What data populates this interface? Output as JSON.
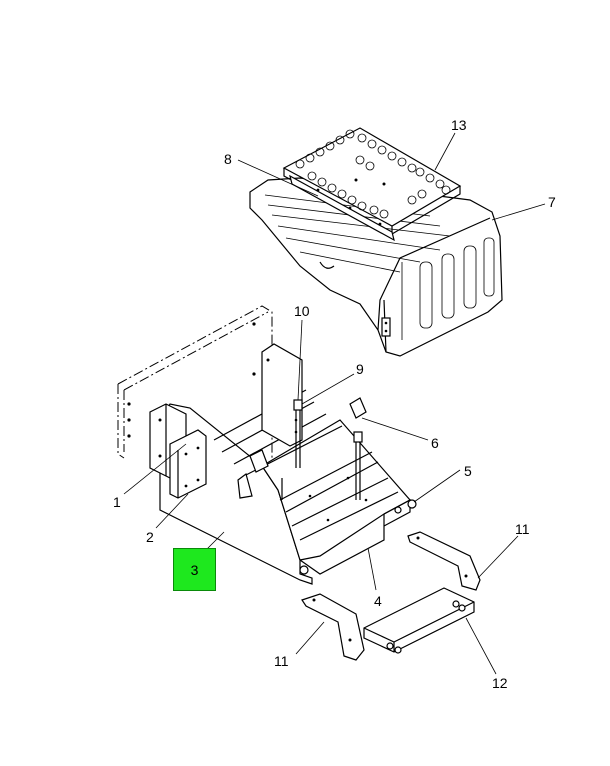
{
  "callouts": {
    "c1": "1",
    "c2": "2",
    "c3": "3",
    "c4": "4",
    "c5": "5",
    "c6": "6",
    "c7": "7",
    "c8": "8",
    "c9": "9",
    "c10": "10",
    "c11a": "11",
    "c11b": "11",
    "c12": "12",
    "c13": "13"
  },
  "highlight_color": "#1ee81e"
}
